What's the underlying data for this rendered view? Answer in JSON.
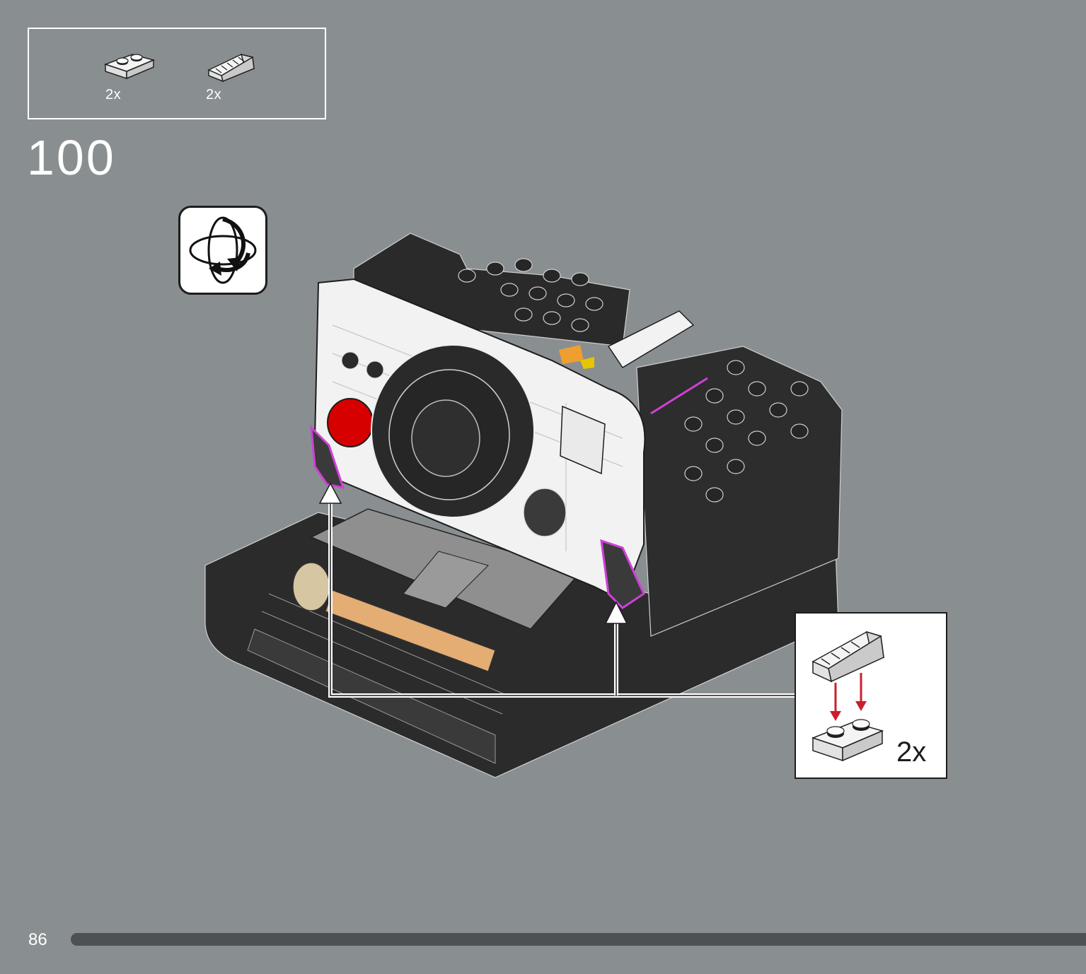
{
  "parts_list": {
    "items": [
      {
        "name": "plate-1x2",
        "qty": "2x",
        "color": "#f2f2f2"
      },
      {
        "name": "slope-1x2-grille",
        "qty": "2x",
        "color": "#f2f2f2"
      }
    ]
  },
  "step": {
    "number": "100"
  },
  "rotate_icon": "rotate-model-icon",
  "callout": {
    "qty": "2x",
    "arrow_color": "#c8202c"
  },
  "colors": {
    "background": "#898f91",
    "highlight": "#d040d8",
    "dark_brick": "#2b2b2b",
    "white_brick": "#f2f2f2",
    "red_button": "#d60000",
    "tan": "#e4ad74"
  },
  "footer": {
    "page_number": "86",
    "progress": 1.0
  }
}
